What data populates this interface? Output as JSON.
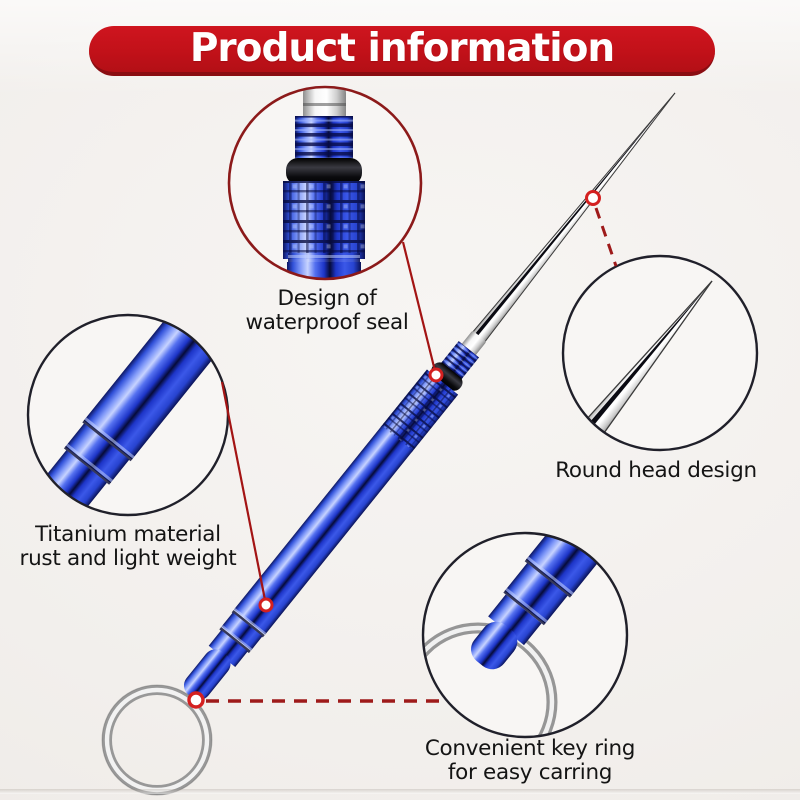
{
  "banner": {
    "label": "Product information",
    "bg_color": "#c21119",
    "border_color": "#8a0d12",
    "text_color": "#ffffff"
  },
  "callouts": [
    {
      "id": "waterproof-seal",
      "lines": [
        "Design of",
        "waterproof seal"
      ],
      "outline_color": "#8c1a1a",
      "leader_style": "solid"
    },
    {
      "id": "round-head",
      "lines": [
        "Round head design"
      ],
      "outline_color": "#20202a",
      "leader_style": "dashed"
    },
    {
      "id": "titanium",
      "lines": [
        "Titanium material",
        "rust and light weight"
      ],
      "outline_color": "#20202a",
      "leader_style": "solid"
    },
    {
      "id": "key-ring",
      "lines": [
        "Convenient key ring",
        "for easy carring"
      ],
      "outline_color": "#20202a",
      "leader_style": "dashed"
    }
  ],
  "colors": {
    "background": "#f3f0ed",
    "label_text": "#141414",
    "leader_red": "#a31414",
    "marker_ring_red": "#d42020",
    "product_blue": "#2b48e8",
    "product_blue_dark": "#0a1255",
    "oring_black": "#0c0c0f",
    "needle_silver": "#d9d9d9",
    "keyring_silver": "#bfbfbf"
  }
}
